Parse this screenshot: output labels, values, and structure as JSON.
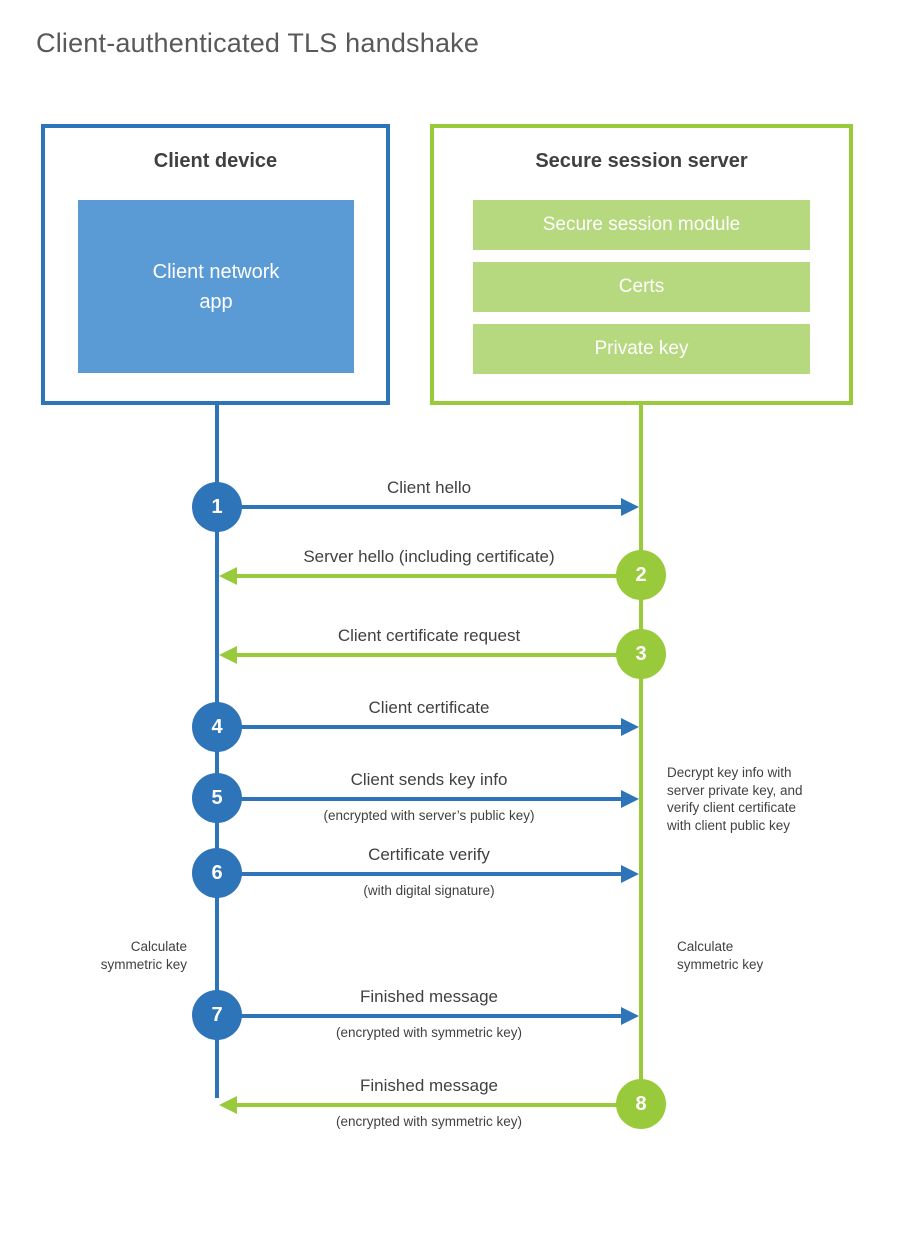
{
  "title": "Client-authenticated TLS handshake",
  "colors": {
    "blue": "#2d74b9",
    "blue_light": "#5b9bd5",
    "green": "#99ca3c",
    "green_light": "#b6d87e",
    "text_dark": "#3f4041",
    "text_label": "#414142",
    "title_gray": "#58595b"
  },
  "client": {
    "heading": "Client device",
    "app_label": "Client network\napp"
  },
  "server": {
    "heading": "Secure session server",
    "modules": [
      "Secure session module",
      "Certs",
      "Private key"
    ]
  },
  "messages": [
    {
      "num": "1",
      "label": "Client hello",
      "sublabel": "",
      "from": "client",
      "to": "server"
    },
    {
      "num": "2",
      "label": "Server hello (including certificate)",
      "sublabel": "",
      "from": "server",
      "to": "client"
    },
    {
      "num": "3",
      "label": "Client certificate request",
      "sublabel": "",
      "from": "server",
      "to": "client"
    },
    {
      "num": "4",
      "label": "Client certificate",
      "sublabel": "",
      "from": "client",
      "to": "server"
    },
    {
      "num": "5",
      "label": "Client sends key info",
      "sublabel": "(encrypted with server’s public key)",
      "from": "client",
      "to": "server"
    },
    {
      "num": "6",
      "label": "Certificate verify",
      "sublabel": "(with digital signature)",
      "from": "client",
      "to": "server"
    },
    {
      "num": "7",
      "label": "Finished message",
      "sublabel": "(encrypted with symmetric key)",
      "from": "client",
      "to": "server"
    },
    {
      "num": "8",
      "label": "Finished message",
      "sublabel": "(encrypted with symmetric key)",
      "from": "server",
      "to": "client"
    }
  ],
  "notes": {
    "decrypt": "Decrypt key info with\nserver private key, and\nverify client certificate\nwith client public key",
    "calc_left": "Calculate\nsymmetric key",
    "calc_right": "Calculate\nsymmetric key"
  }
}
